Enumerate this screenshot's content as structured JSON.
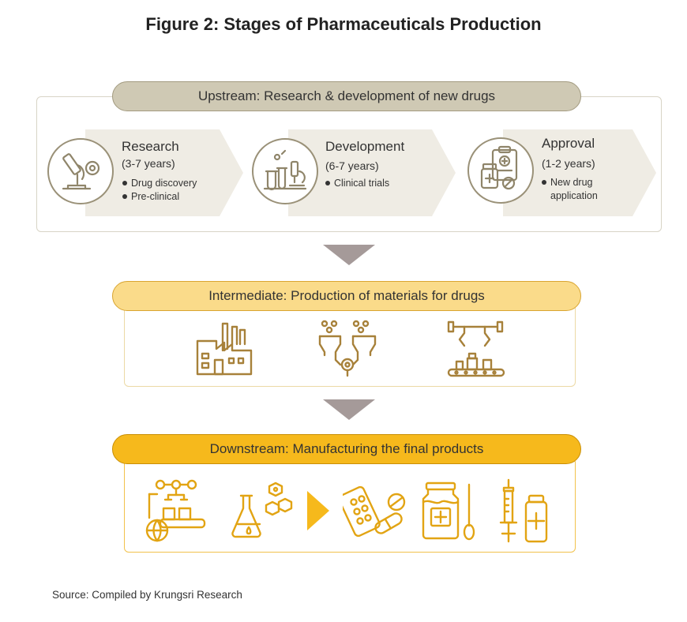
{
  "title": "Figure 2: Stages of Pharmaceuticals Production",
  "upstream": {
    "label": "Upstream: Research & development of new drugs",
    "stages": [
      {
        "name": "Research",
        "years": "(3-7 years)",
        "bullets": [
          "Drug discovery",
          "Pre-clinical"
        ],
        "icon": "microscope-icon"
      },
      {
        "name": "Development",
        "years": "(6-7 years)",
        "bullets": [
          "Clinical trials"
        ],
        "icon": "lab-equipment-icon"
      },
      {
        "name": "Approval",
        "years": "(1-2 years)",
        "bullets": [
          "New drug",
          "application"
        ],
        "icon": "prescription-clipboard-icon"
      }
    ]
  },
  "intermediate": {
    "label": "Intermediate: Production of materials for drugs",
    "icons": [
      "factory-icon",
      "chemical-mixing-machine-icon",
      "bottling-conveyor-icon"
    ]
  },
  "downstream": {
    "label": "Downstream: Manufacturing the final products",
    "icons": [
      "robotic-assembly-icon",
      "flask-molecule-icon",
      "arrow-right-icon",
      "pills-icon",
      "medicine-jar-icon",
      "syringe-vial-icon"
    ]
  },
  "source": "Source: Compiled by Krungsri Research",
  "colors": {
    "upstream_pill": "#cfc9b4",
    "upstream_icon": "#8f856a",
    "intermediate_pill": "#fadb8a",
    "intermediate_icon": "#a7813a",
    "downstream_pill": "#f6b91c",
    "downstream_icon": "#e2a413",
    "connector_arrow": "#a59a99"
  }
}
